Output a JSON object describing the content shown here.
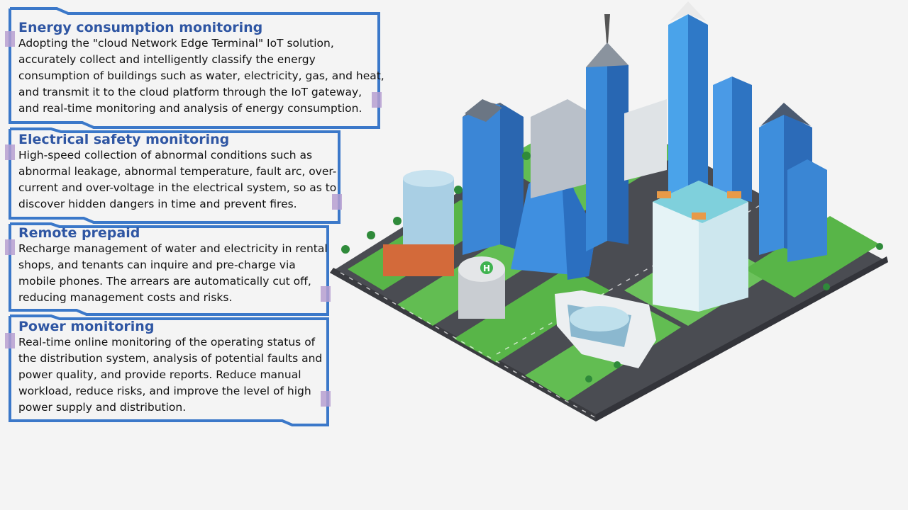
{
  "panels": [
    {
      "title": "Energy consumption monitoring",
      "lines": [
        "Adopting the \"cloud Network Edge Terminal\" IoT solution,",
        "accurately collect and intelligently classify the energy",
        "consumption of buildings such as water, electricity, gas, and heat,",
        "and transmit it to the cloud platform through the IoT gateway,",
        "and real-time monitoring and analysis of energy consumption."
      ]
    },
    {
      "title": "Electrical safety monitoring",
      "lines": [
        "High-speed collection of abnormal conditions such as",
        "abnormal leakage, abnormal temperature, fault arc, over-",
        "current and over-voltage in the electrical system, so as to",
        "discover hidden dangers in time and prevent fires."
      ]
    },
    {
      "title": "Remote prepaid",
      "lines": [
        "Recharge management of water and electricity in rental",
        "shops, and tenants can inquire and pre-charge via",
        "mobile phones. The arrears are automatically cut off,",
        "reducing management costs and risks."
      ]
    },
    {
      "title": "Power monitoring",
      "lines": [
        "Real-time online monitoring of the operating status of",
        "the distribution system, analysis of potential faults and",
        "power quality, and provide reports. Reduce manual",
        "workload, reduce risks, and improve the level of high",
        "power supply and distribution."
      ]
    }
  ],
  "colors": {
    "frame": "#3b78c9",
    "title": "#2f56a3",
    "tab": "#b69fd0"
  },
  "illustration": {
    "icon": "smart-city-isometric-illustration",
    "helipad_label": "H"
  }
}
